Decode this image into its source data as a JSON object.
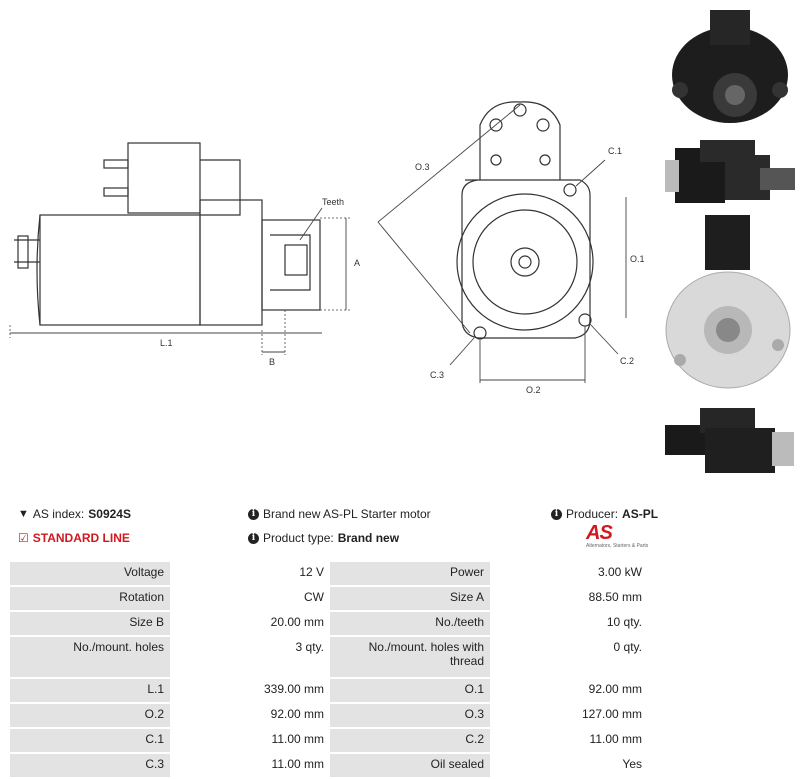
{
  "drawing": {
    "labels": {
      "teeth": "Teeth",
      "a": "A",
      "l1": "L.1",
      "b": "B",
      "o3": "O.3",
      "c1": "C.1",
      "o1": "O.1",
      "c2": "C.2",
      "c3": "C.3",
      "o2": "O.2"
    }
  },
  "photos": [
    {
      "icon": "starter-front-photo"
    },
    {
      "icon": "starter-side-photo"
    },
    {
      "icon": "starter-flange-photo"
    },
    {
      "icon": "starter-side-photo-2"
    }
  ],
  "info": {
    "index_label": "AS index:",
    "index_value": "S0924S",
    "standard_line": "STANDARD LINE",
    "description": "Brand new AS-PL Starter motor",
    "product_type_label": "Product type:",
    "product_type_value": "Brand new",
    "producer_label": "Producer:",
    "producer_value": "AS-PL",
    "logo_text": "AS",
    "logo_sub": "Alternators, Starters & Parts"
  },
  "specs": [
    [
      "Voltage",
      "12 V",
      "Power",
      "3.00 kW"
    ],
    [
      "Rotation",
      "CW",
      "Size A",
      "88.50 mm"
    ],
    [
      "Size B",
      "20.00 mm",
      "No./teeth",
      "10 qty."
    ],
    [
      "No./mount. holes",
      "3 qty.",
      "No./mount. holes with thread",
      "0 qty."
    ],
    [
      "L.1",
      "339.00 mm",
      "O.1",
      "92.00 mm"
    ],
    [
      "O.2",
      "92.00 mm",
      "O.3",
      "127.00 mm"
    ],
    [
      "C.1",
      "11.00 mm",
      "C.2",
      "11.00 mm"
    ],
    [
      "C.3",
      "11.00 mm",
      "Oil sealed",
      "Yes"
    ]
  ]
}
